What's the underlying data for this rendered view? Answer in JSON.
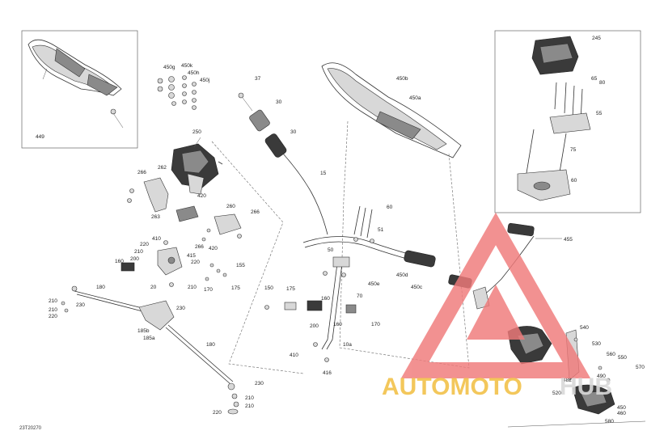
{
  "diagram": {
    "code": "23T20270",
    "labels": {
      "l449": "449",
      "l450g": "450g",
      "l450k": "450k",
      "l450h": "450h",
      "l450j": "450j",
      "l250": "250",
      "l262": "262",
      "l266a": "266",
      "l263": "263",
      "l420a": "420",
      "l260": "260",
      "l266b": "266",
      "l266c": "266",
      "l420b": "420",
      "l410": "410",
      "l220a": "220",
      "l210a": "210",
      "l200a": "200",
      "l415": "415",
      "l220b": "220",
      "l160a": "160",
      "l20": "20",
      "l210b": "210",
      "l170a": "170",
      "l175a": "175",
      "l155": "155",
      "l37": "37",
      "l30a": "30",
      "l30b": "30",
      "l15": "15",
      "l450b": "450b",
      "l450a": "450a",
      "l60": "60",
      "l51": "51",
      "l50": "50",
      "l70": "70",
      "l450e": "450e",
      "l450d": "450d",
      "l450c": "450c",
      "l150": "150",
      "l175b": "175",
      "l160b": "160",
      "l200b": "200",
      "l160c": "160",
      "l170b": "170",
      "l410b": "410",
      "l10a": "10a",
      "l416": "416",
      "l180a": "180",
      "l210c": "210",
      "l230a": "230",
      "l210d": "210",
      "l220c": "220",
      "l230b": "230",
      "l185b": "185b",
      "l185a": "185a",
      "l180b": "180",
      "l230c": "230",
      "l210e": "210",
      "l220d": "220",
      "l210f": "210",
      "l245": "245",
      "l65": "65",
      "l80": "80",
      "l55": "55",
      "l75": "75",
      "l60b": "60",
      "l455": "455",
      "l540": "540",
      "l530": "530",
      "l560": "560",
      "l550": "550",
      "l570": "570",
      "l482": "482",
      "l520": "520",
      "l490": "490",
      "l450x": "450",
      "l460": "460",
      "l580": "580"
    }
  },
  "watermark": {
    "brand_left": "AUTOMOTO",
    "brand_right": "HUB",
    "colors": {
      "triangle": "#f07a7a",
      "left_text": "#f2c24a",
      "right_text": "#d9d9d9"
    }
  }
}
